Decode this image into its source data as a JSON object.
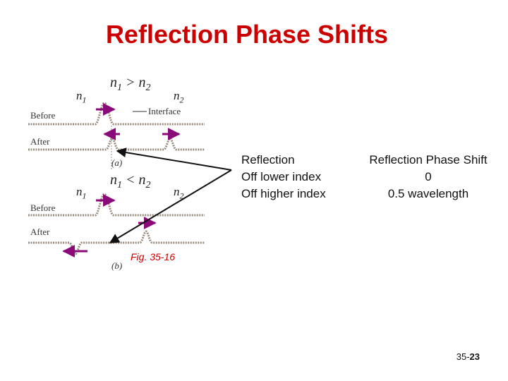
{
  "title": "Reflection Phase Shifts",
  "panel_a": {
    "n1": "n",
    "n1_sub": "1",
    "n2": "n",
    "n2_sub": "2",
    "relation": {
      "a": "n",
      "a_sub": "1",
      "op": " > ",
      "b": "n",
      "b_sub": "2"
    },
    "before": "Before",
    "after": "After",
    "interface": "Interface",
    "label": "(a)"
  },
  "panel_b": {
    "n1": "n",
    "n1_sub": "1",
    "n2": "n",
    "n2_sub": "2",
    "relation": {
      "a": "n",
      "a_sub": "1",
      "op": " < ",
      "b": "n",
      "b_sub": "2"
    },
    "before": "Before",
    "after": "After",
    "label": "(b)"
  },
  "figure_caption": "Fig. 35-16",
  "table": {
    "header": [
      "Reflection",
      "Reflection Phase Shift"
    ],
    "rows": [
      [
        "Off lower index",
        "0"
      ],
      [
        "Off higher index",
        "0.5 wavelength"
      ]
    ]
  },
  "page_number": {
    "prefix": "35-",
    "number": "23"
  },
  "colors": {
    "title": "#cc0000",
    "arrow": "#8b0a7a",
    "rope": "#9a8c7e",
    "pointer": "#111111"
  }
}
